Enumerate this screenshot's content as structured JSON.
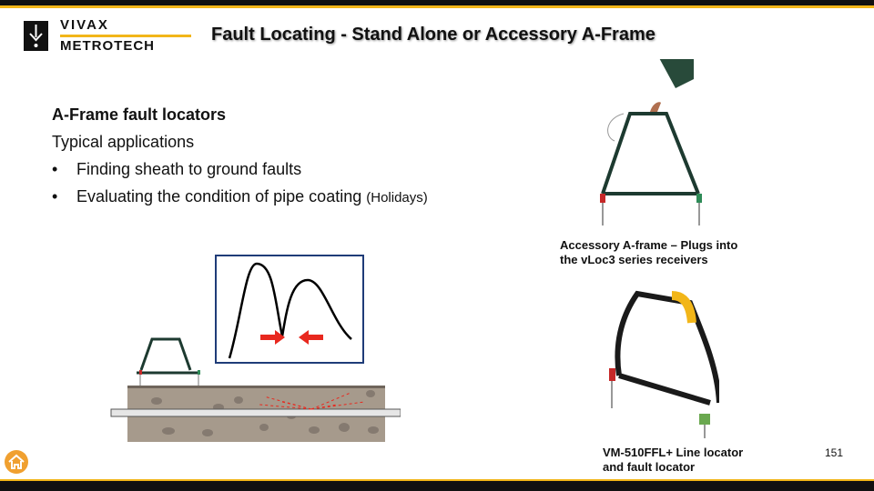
{
  "header": {
    "brand_top": "VIVAX",
    "brand_bottom": "METROTECH",
    "title": "Fault Locating - Stand Alone or Accessory A-Frame"
  },
  "content": {
    "heading": "A-Frame fault locators",
    "subheading": "Typical applications",
    "bullets": [
      {
        "text": "Finding sheath to ground faults",
        "note": ""
      },
      {
        "text": "Evaluating the condition of pipe coating",
        "note": "(Holidays)"
      }
    ]
  },
  "captions": {
    "accessory_line1": "Accessory A-frame – Plugs into",
    "accessory_line2": "the vLoc3 series receivers",
    "vm_line1": "VM-510FFL+ Line locator",
    "vm_line2": "and fault locator"
  },
  "footer": {
    "page_number": "151",
    "home_icon": "home-icon"
  },
  "colors": {
    "accent": "#f2b619",
    "arrow": "#e8281e",
    "frame_blue": "#1f3c78",
    "soil": "#a69a8c"
  }
}
